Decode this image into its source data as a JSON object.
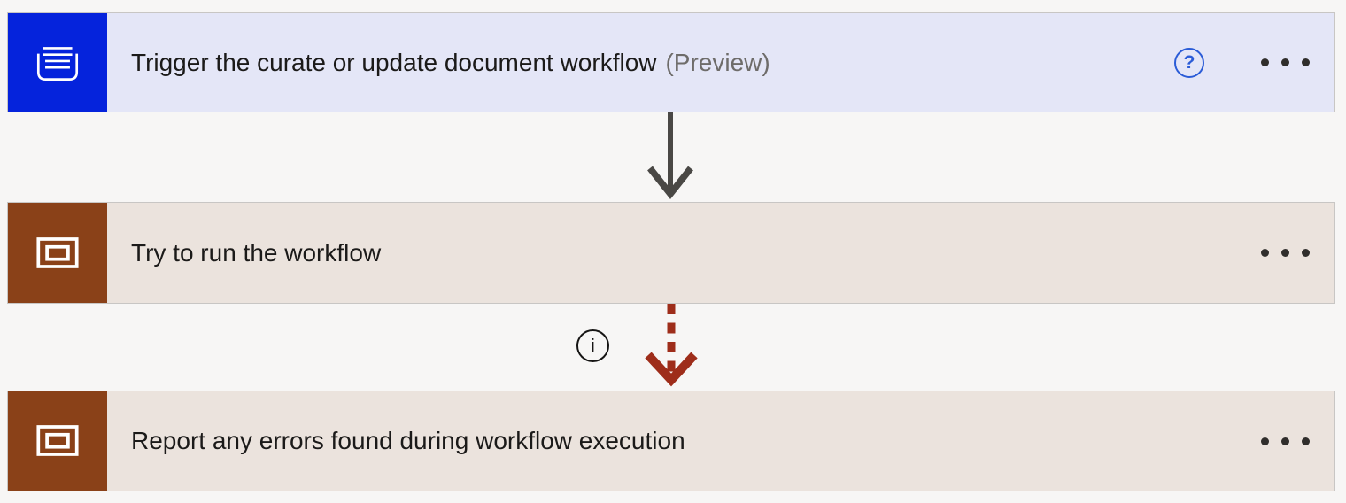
{
  "app": "workflow-designer-canvas",
  "colors": {
    "canvas_bg": "#f7f6f5",
    "trigger_icon_bg": "#0523dc",
    "trigger_card_bg": "#e4e6f7",
    "action_icon_bg": "#8a4118",
    "action_card_bg": "#ebe3dd",
    "card_border": "#c8c6c4",
    "connector_default": "#4a4845",
    "connector_error": "#9e2d1a",
    "help_icon_color": "#2b5cd7",
    "title_color": "#1b1a19",
    "badge_color": "#6e6c6a"
  },
  "nodes": [
    {
      "type": "trigger",
      "title": "Trigger the curate or update document workflow",
      "badge": "(Preview)",
      "icon": "dataverse-trigger-icon"
    },
    {
      "type": "action-scope",
      "title": "Try to run the workflow",
      "icon": "scope-icon"
    },
    {
      "type": "action-scope",
      "title": "Report any errors found during workflow execution",
      "icon": "scope-icon"
    }
  ],
  "connectors": [
    {
      "from": 0,
      "to": 1,
      "style": "solid"
    },
    {
      "from": 1,
      "to": 2,
      "style": "dashed-error",
      "has_info_badge": true
    }
  ],
  "glyphs": {
    "help": "?",
    "info": "i"
  }
}
